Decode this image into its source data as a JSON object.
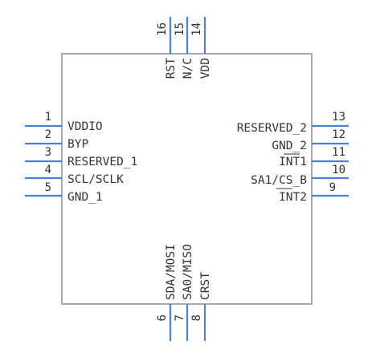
{
  "diagram": {
    "colors": {
      "pin_line": "#4f7fd4",
      "body_outline": "#a9a9a9",
      "text": "#333333",
      "background": "#ffffff"
    },
    "pins": {
      "left": [
        {
          "number": "1",
          "name": "VDDIO"
        },
        {
          "number": "2",
          "name": "BYP"
        },
        {
          "number": "3",
          "name": "RESERVED_1"
        },
        {
          "number": "4",
          "name": "SCL/SCLK"
        },
        {
          "number": "5",
          "name": "GND_1"
        }
      ],
      "right": [
        {
          "number": "13",
          "name": "RESERVED_2"
        },
        {
          "number": "12",
          "name": "GND_2"
        },
        {
          "number": "11",
          "name": "INT1"
        },
        {
          "number": "10",
          "name": "SA1/CS_B"
        },
        {
          "number": "9",
          "name": "INT2"
        }
      ],
      "top": [
        {
          "number": "16",
          "name": "RST"
        },
        {
          "number": "15",
          "name": "N/C"
        },
        {
          "number": "14",
          "name": "VDD"
        }
      ],
      "bottom": [
        {
          "number": "6",
          "name": "SDA/MOSI"
        },
        {
          "number": "7",
          "name": "SA0/MISO"
        },
        {
          "number": "8",
          "name": "CRST"
        }
      ]
    }
  }
}
